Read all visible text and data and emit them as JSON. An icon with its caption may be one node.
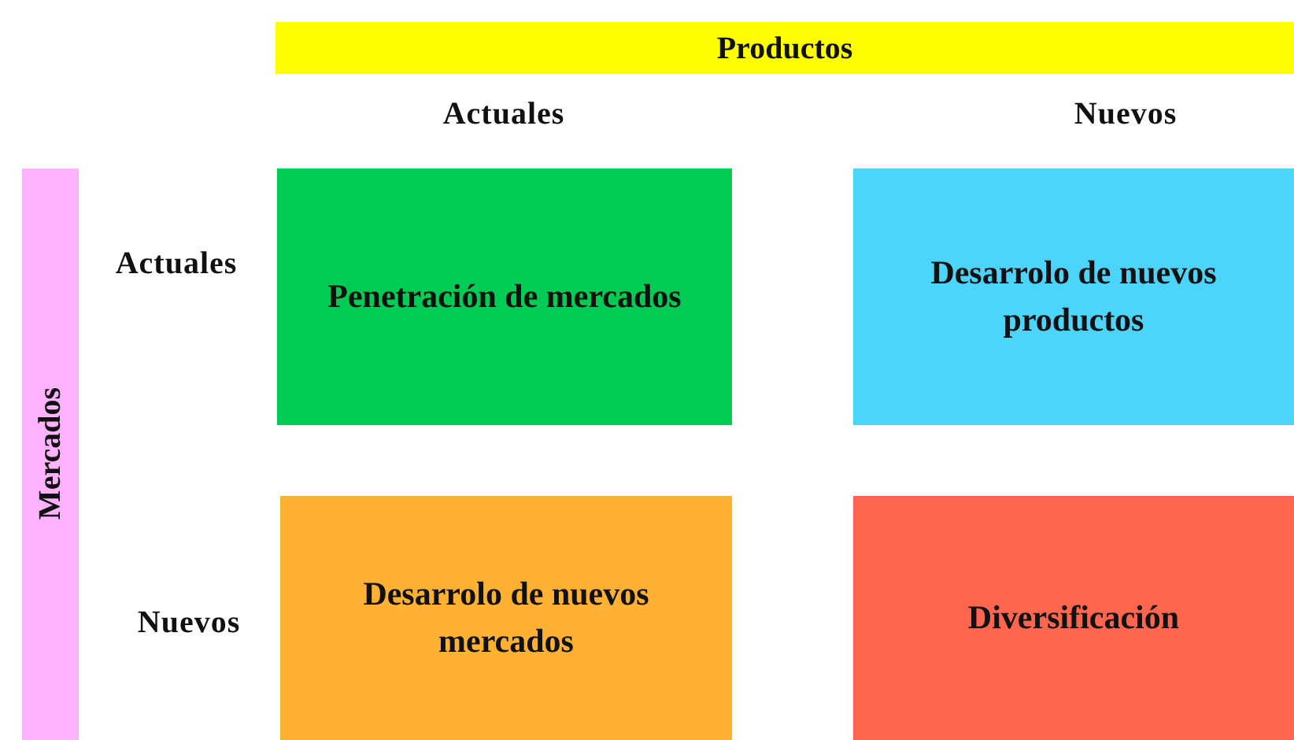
{
  "diagram": {
    "nodes": [
      {
        "text": [
          "Productos"
        ]
      },
      {
        "text": [
          "Mercados"
        ]
      },
      {
        "text": [
          "Penetración de mercados"
        ]
      },
      {
        "text": [
          "Desarrolo de nuevos productos"
        ]
      },
      {
        "text": [
          "Desarrolo de nuevos mercados"
        ]
      },
      {
        "text": [
          "Diversificación"
        ]
      }
    ],
    "edges": [],
    "labels": [
      "Actuales",
      "Nuevos",
      "Actuales",
      "Nuevos"
    ]
  }
}
